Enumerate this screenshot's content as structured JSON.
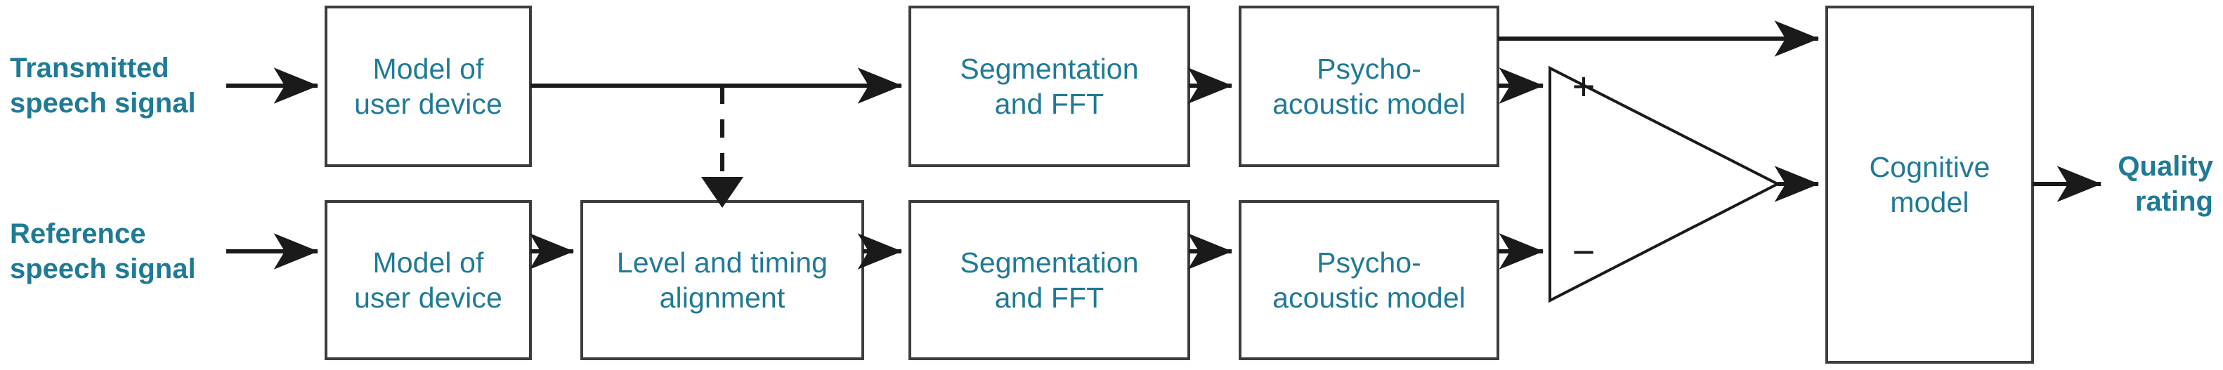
{
  "diagram": {
    "title": "Speech quality prediction block diagram",
    "accent_color": "#1f7a96",
    "line_color": "#1a1a1a",
    "box_border_color": "#3d3d3d",
    "background_color": "#ffffff"
  },
  "inputs": {
    "transmitted": {
      "line1": "Transmitted",
      "line2": "speech signal"
    },
    "reference": {
      "line1": "Reference",
      "line2": "speech signal"
    }
  },
  "output": {
    "quality": {
      "line1": "Quality",
      "line2": "rating"
    }
  },
  "boxes": {
    "model_user_device_top": {
      "line1": "Model of",
      "line2": "user device"
    },
    "model_user_device_bottom": {
      "line1": "Model of",
      "line2": "user device"
    },
    "level_timing_alignment": {
      "line1": "Level and timing",
      "line2": "alignment"
    },
    "segmentation_fft_top": {
      "line1": "Segmentation",
      "line2": "and FFT"
    },
    "segmentation_fft_bottom": {
      "line1": "Segmentation",
      "line2": "and FFT"
    },
    "psychoacoustic_top": {
      "line1": "Psycho-",
      "line2": "acoustic model"
    },
    "psychoacoustic_bottom": {
      "line1": "Psycho-",
      "line2": "acoustic model"
    },
    "cognitive_model": {
      "line1": "Cognitive",
      "line2": "model"
    }
  },
  "comparator": {
    "plus_sign": "+",
    "minus_sign": "−"
  }
}
